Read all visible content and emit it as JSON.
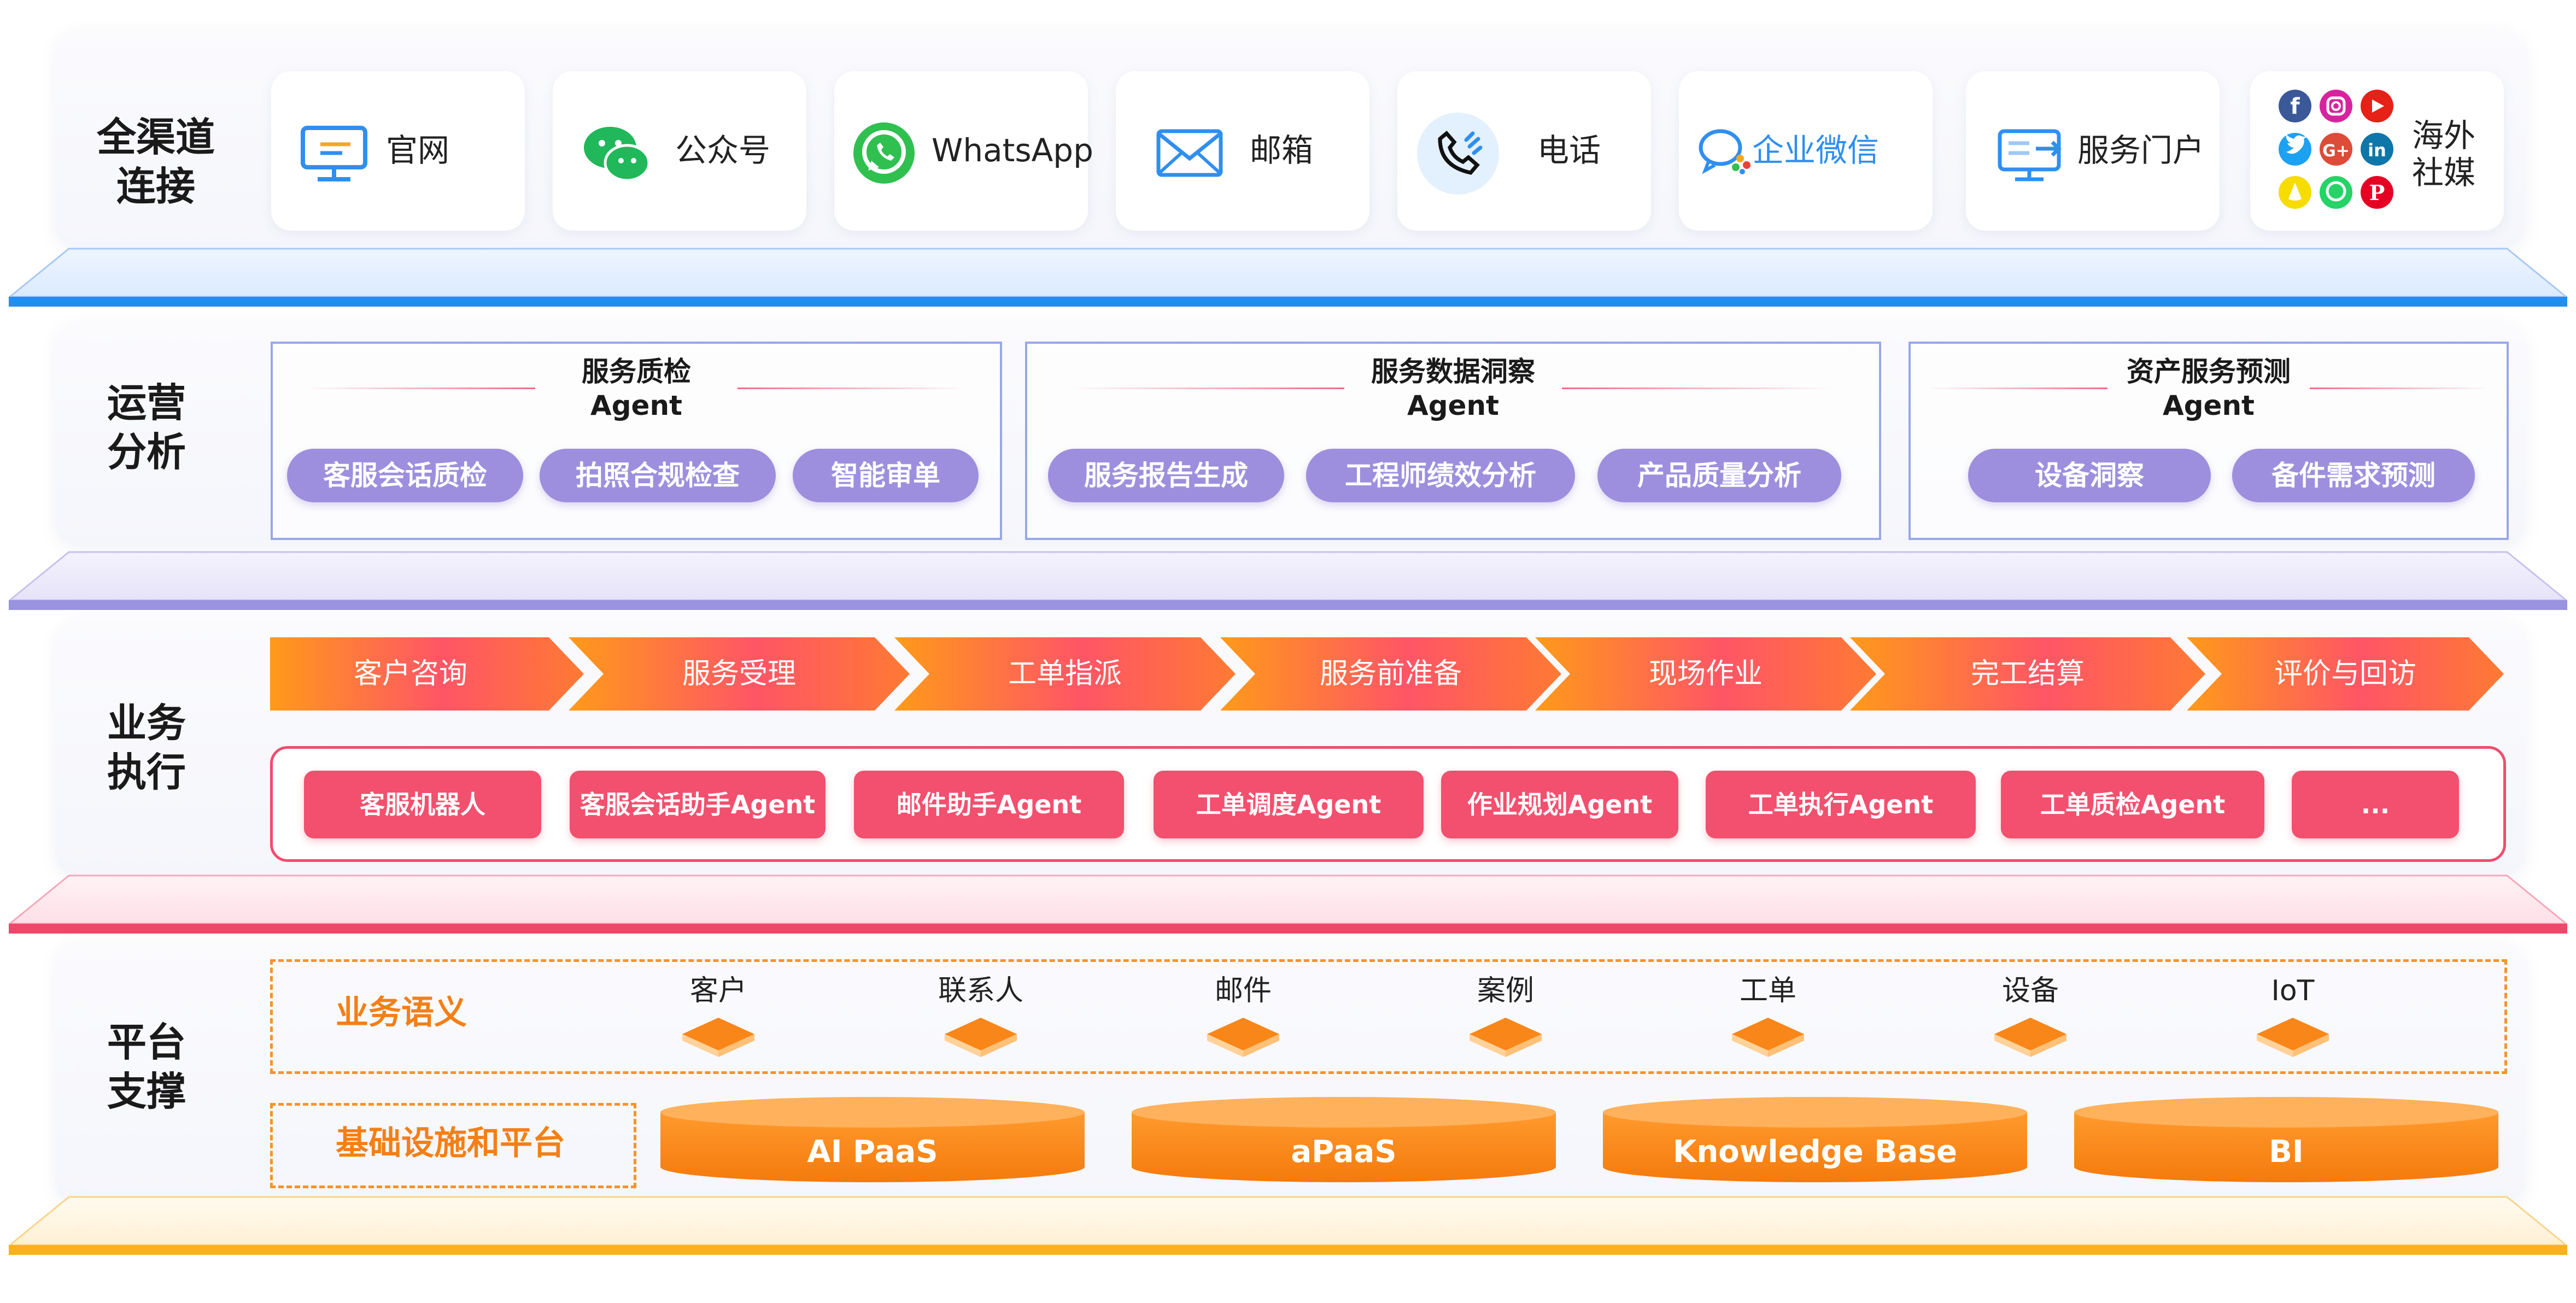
{
  "layers": {
    "channels": {
      "title_line1": "全渠道",
      "title_line2": "连接",
      "items": [
        {
          "label": "官网",
          "icon": "monitor-icon"
        },
        {
          "label": "公众号",
          "icon": "wechat-icon"
        },
        {
          "label": "WhatsApp",
          "icon": "whatsapp-icon"
        },
        {
          "label": "邮箱",
          "icon": "mail-icon"
        },
        {
          "label": "电话",
          "icon": "phone-icon"
        },
        {
          "label": "企业微信",
          "icon": "wecom-icon"
        },
        {
          "label": "服务门户",
          "icon": "portal-icon"
        },
        {
          "label_line1": "海外",
          "label_line2": "社媒",
          "icon": "social-media-grid-icon"
        }
      ]
    },
    "analytics": {
      "title_line1": "运营",
      "title_line2": "分析",
      "groups": [
        {
          "title_line1": "服务质检",
          "title_line2": "Agent",
          "pills": [
            "客服会话质检",
            "拍照合规检查",
            "智能审单"
          ]
        },
        {
          "title_line1": "服务数据洞察",
          "title_line2": "Agent",
          "pills": [
            "服务报告生成",
            "工程师绩效分析",
            "产品质量分析"
          ]
        },
        {
          "title_line1": "资产服务预测",
          "title_line2": "Agent",
          "pills": [
            "设备洞察",
            "备件需求预测"
          ]
        }
      ]
    },
    "execution": {
      "title_line1": "业务",
      "title_line2": "执行",
      "process_steps": [
        "客户咨询",
        "服务受理",
        "工单指派",
        "服务前准备",
        "现场作业",
        "完工结算",
        "评价与回访"
      ],
      "agents": [
        "客服机器人",
        "客服会话助手Agent",
        "邮件助手Agent",
        "工单调度Agent",
        "作业规划Agent",
        "工单执行Agent",
        "工单质检Agent",
        "..."
      ]
    },
    "platform": {
      "title_line1": "平台",
      "title_line2": "支撑",
      "semantics_label": "业务语义",
      "semantics": [
        "客户",
        "联系人",
        "邮件",
        "案例",
        "工单",
        "设备",
        "IoT"
      ],
      "infra_label": "基础设施和平台",
      "infra": [
        "AI PaaS",
        "aPaaS",
        "Knowledge Base",
        "BI"
      ]
    }
  },
  "colors": {
    "channels_bar": "#1f8ef0",
    "analytics_bar": "#9a93e0",
    "execution_bar": "#f0466a",
    "platform_bar": "#f9b21c",
    "pill": "#9d8fde",
    "agent_button": "#f2506e",
    "orange": "#f7851b"
  }
}
